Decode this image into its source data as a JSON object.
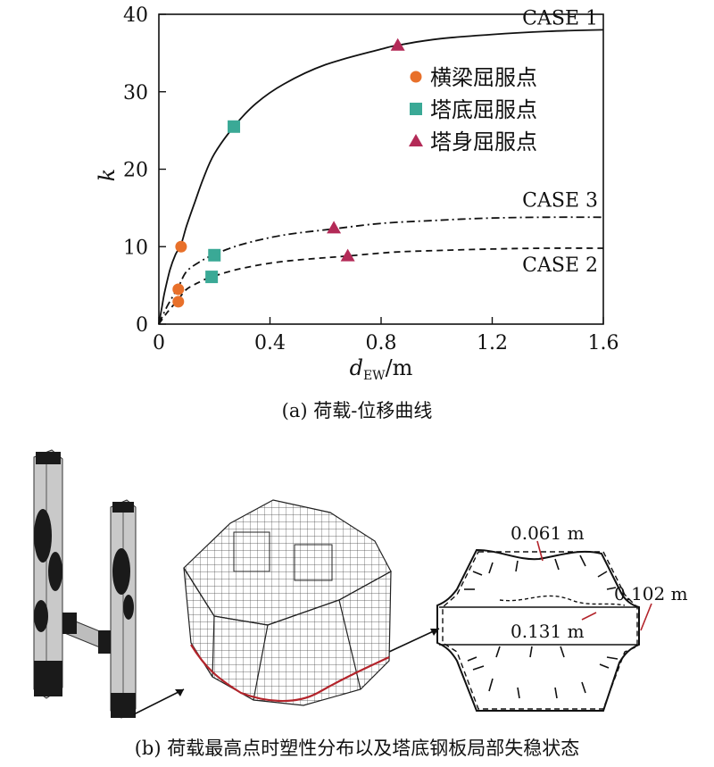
{
  "chart_data": {
    "type": "line",
    "xlabel": "d",
    "xlabel_sub": "EW",
    "xlabel_unit": "/m",
    "ylabel": "k",
    "xlim": [
      0,
      1.6
    ],
    "ylim": [
      0,
      40
    ],
    "x_ticks": [
      "0",
      "0.4",
      "0.8",
      "1.2",
      "1.6"
    ],
    "x_tick_values": [
      0,
      0.4,
      0.8,
      1.2,
      1.6
    ],
    "y_ticks": [
      "0",
      "10",
      "20",
      "30",
      "40"
    ],
    "y_tick_values": [
      0,
      10,
      20,
      30,
      40
    ],
    "grid": false,
    "legend_position": "top-right",
    "series": [
      {
        "name": "CASE 1",
        "style": "solid",
        "x": [
          0,
          0.01,
          0.02,
          0.04,
          0.06,
          0.08,
          0.1,
          0.13,
          0.16,
          0.2,
          0.27,
          0.35,
          0.45,
          0.6,
          0.8,
          0.86,
          1.0,
          1.2,
          1.4,
          1.6
        ],
        "y": [
          0,
          2,
          4,
          7,
          9,
          10.3,
          12.7,
          15.8,
          18.8,
          22,
          25.5,
          28.5,
          31,
          33.5,
          35.5,
          36,
          36.8,
          37.4,
          37.8,
          38
        ]
      },
      {
        "name": "CASE 3",
        "style": "dashdot",
        "x": [
          0,
          0.03,
          0.07,
          0.1,
          0.15,
          0.2,
          0.3,
          0.45,
          0.63,
          0.8,
          1.0,
          1.2,
          1.4,
          1.6
        ],
        "y": [
          0,
          2.3,
          4.8,
          6.8,
          8.1,
          9,
          10.3,
          11.5,
          12.3,
          13,
          13.4,
          13.7,
          13.8,
          13.8
        ]
      },
      {
        "name": "CASE 2",
        "style": "dashed",
        "x": [
          0,
          0.03,
          0.07,
          0.1,
          0.15,
          0.19,
          0.3,
          0.45,
          0.68,
          0.85,
          1.0,
          1.2,
          1.4,
          1.6
        ],
        "y": [
          0,
          1.5,
          3.2,
          4.5,
          5.5,
          6.1,
          7.2,
          8.1,
          8.8,
          9.3,
          9.5,
          9.7,
          9.8,
          9.8
        ]
      }
    ],
    "curve_labels": [
      {
        "text": "CASE 1",
        "series": "CASE 1"
      },
      {
        "text": "CASE 3",
        "series": "CASE 3"
      },
      {
        "text": "CASE 2",
        "series": "CASE 2"
      }
    ],
    "markers": [
      {
        "legend": "横梁屈服点",
        "shape": "circle",
        "color": "#e8702a",
        "points": [
          [
            0.08,
            10
          ],
          [
            0.07,
            4.5
          ],
          [
            0.07,
            2.9
          ]
        ]
      },
      {
        "legend": "塔底屈服点",
        "shape": "square",
        "color": "#3aa996",
        "points": [
          [
            0.27,
            25.5
          ],
          [
            0.2,
            8.9
          ],
          [
            0.19,
            6.1
          ]
        ]
      },
      {
        "legend": "塔身屈服点",
        "shape": "triangle",
        "color": "#b32a57",
        "points": [
          [
            0.86,
            36
          ],
          [
            0.63,
            12.4
          ],
          [
            0.68,
            8.8
          ]
        ]
      }
    ]
  },
  "captions": {
    "a": "(a) 荷载-位移曲线",
    "b": "(b) 荷载最高点时塑性分布以及塔底钢板局部失稳状态"
  },
  "bottom": {
    "annotations": [
      {
        "text": "0.061 m"
      },
      {
        "text": "0.102 m"
      },
      {
        "text": "0.131 m"
      }
    ],
    "colors": {
      "plastic": "#1a1a1a",
      "tower": "#c8c8c8",
      "critical_line": "#b3242b"
    }
  }
}
